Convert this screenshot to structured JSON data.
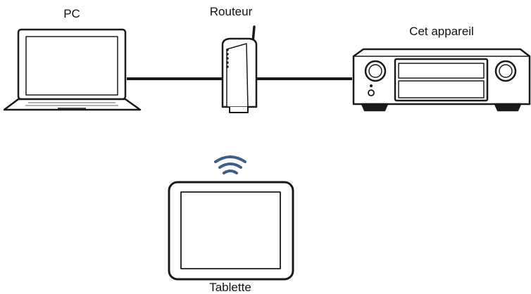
{
  "labels": {
    "pc": "PC",
    "router": "Routeur",
    "device": "Cet appareil",
    "tablet": "Tablette"
  },
  "colors": {
    "outline": "#1a1a1a",
    "cable": "#1a1a1a",
    "wifi": "#3d5f87",
    "device_fill": "#ffffff"
  },
  "icons": {
    "pc": "laptop-icon",
    "router": "router-icon",
    "device": "av-receiver-icon",
    "tablet": "tablet-icon",
    "wireless": "wifi-signal-icon"
  }
}
